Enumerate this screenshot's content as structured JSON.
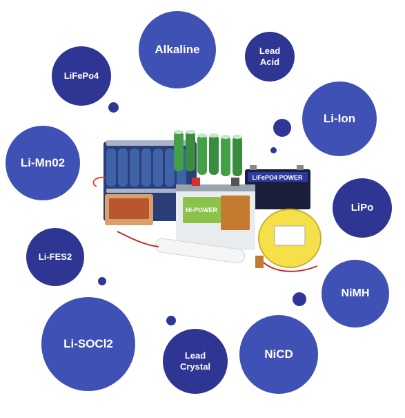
{
  "bubbles": {
    "alkaline": "Alkaline",
    "lead_acid": "Lead\nAcid",
    "lifepo4": "LiFePo4",
    "li_ion": "Li-Ion",
    "li_mn02": "Li-Mn02",
    "lipo": "LiPo",
    "li_fes2": "Li-FES2",
    "nimh": "NiMH",
    "li_socl2": "Li-SOCl2",
    "lead_crystal": "Lead\nCrystal",
    "nicd": "NiCD"
  },
  "battery_labels": {
    "lifepo4_power": "LiFePO4 POWER",
    "hi_power": "HI-POWER"
  },
  "colors": {
    "bubble_light": "#3f51b5",
    "bubble_dark": "#2e3592",
    "cell_green": "#43a047",
    "cell_blue": "#3f63a8",
    "yellow_pack": "#f5e04a"
  }
}
